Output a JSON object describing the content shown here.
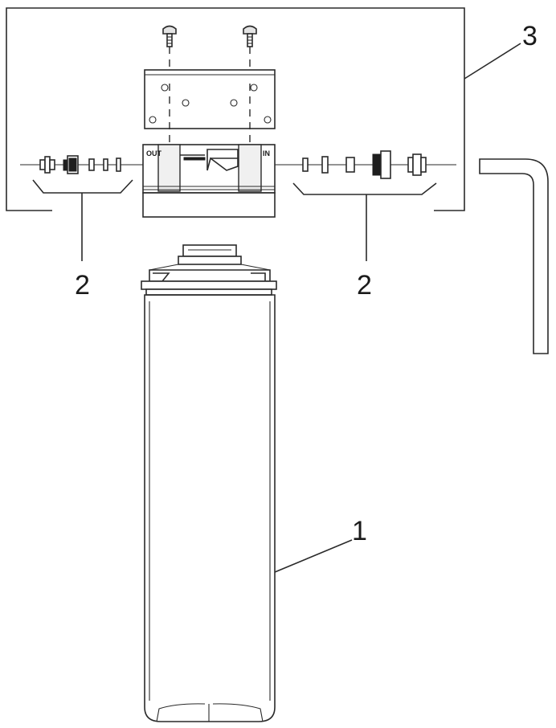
{
  "callouts": {
    "cartridge": "1",
    "fittings_left": "2",
    "fittings_right": "2",
    "head_assembly": "3"
  },
  "head_marks": {
    "inlet": "IN",
    "outlet": "OUT"
  }
}
